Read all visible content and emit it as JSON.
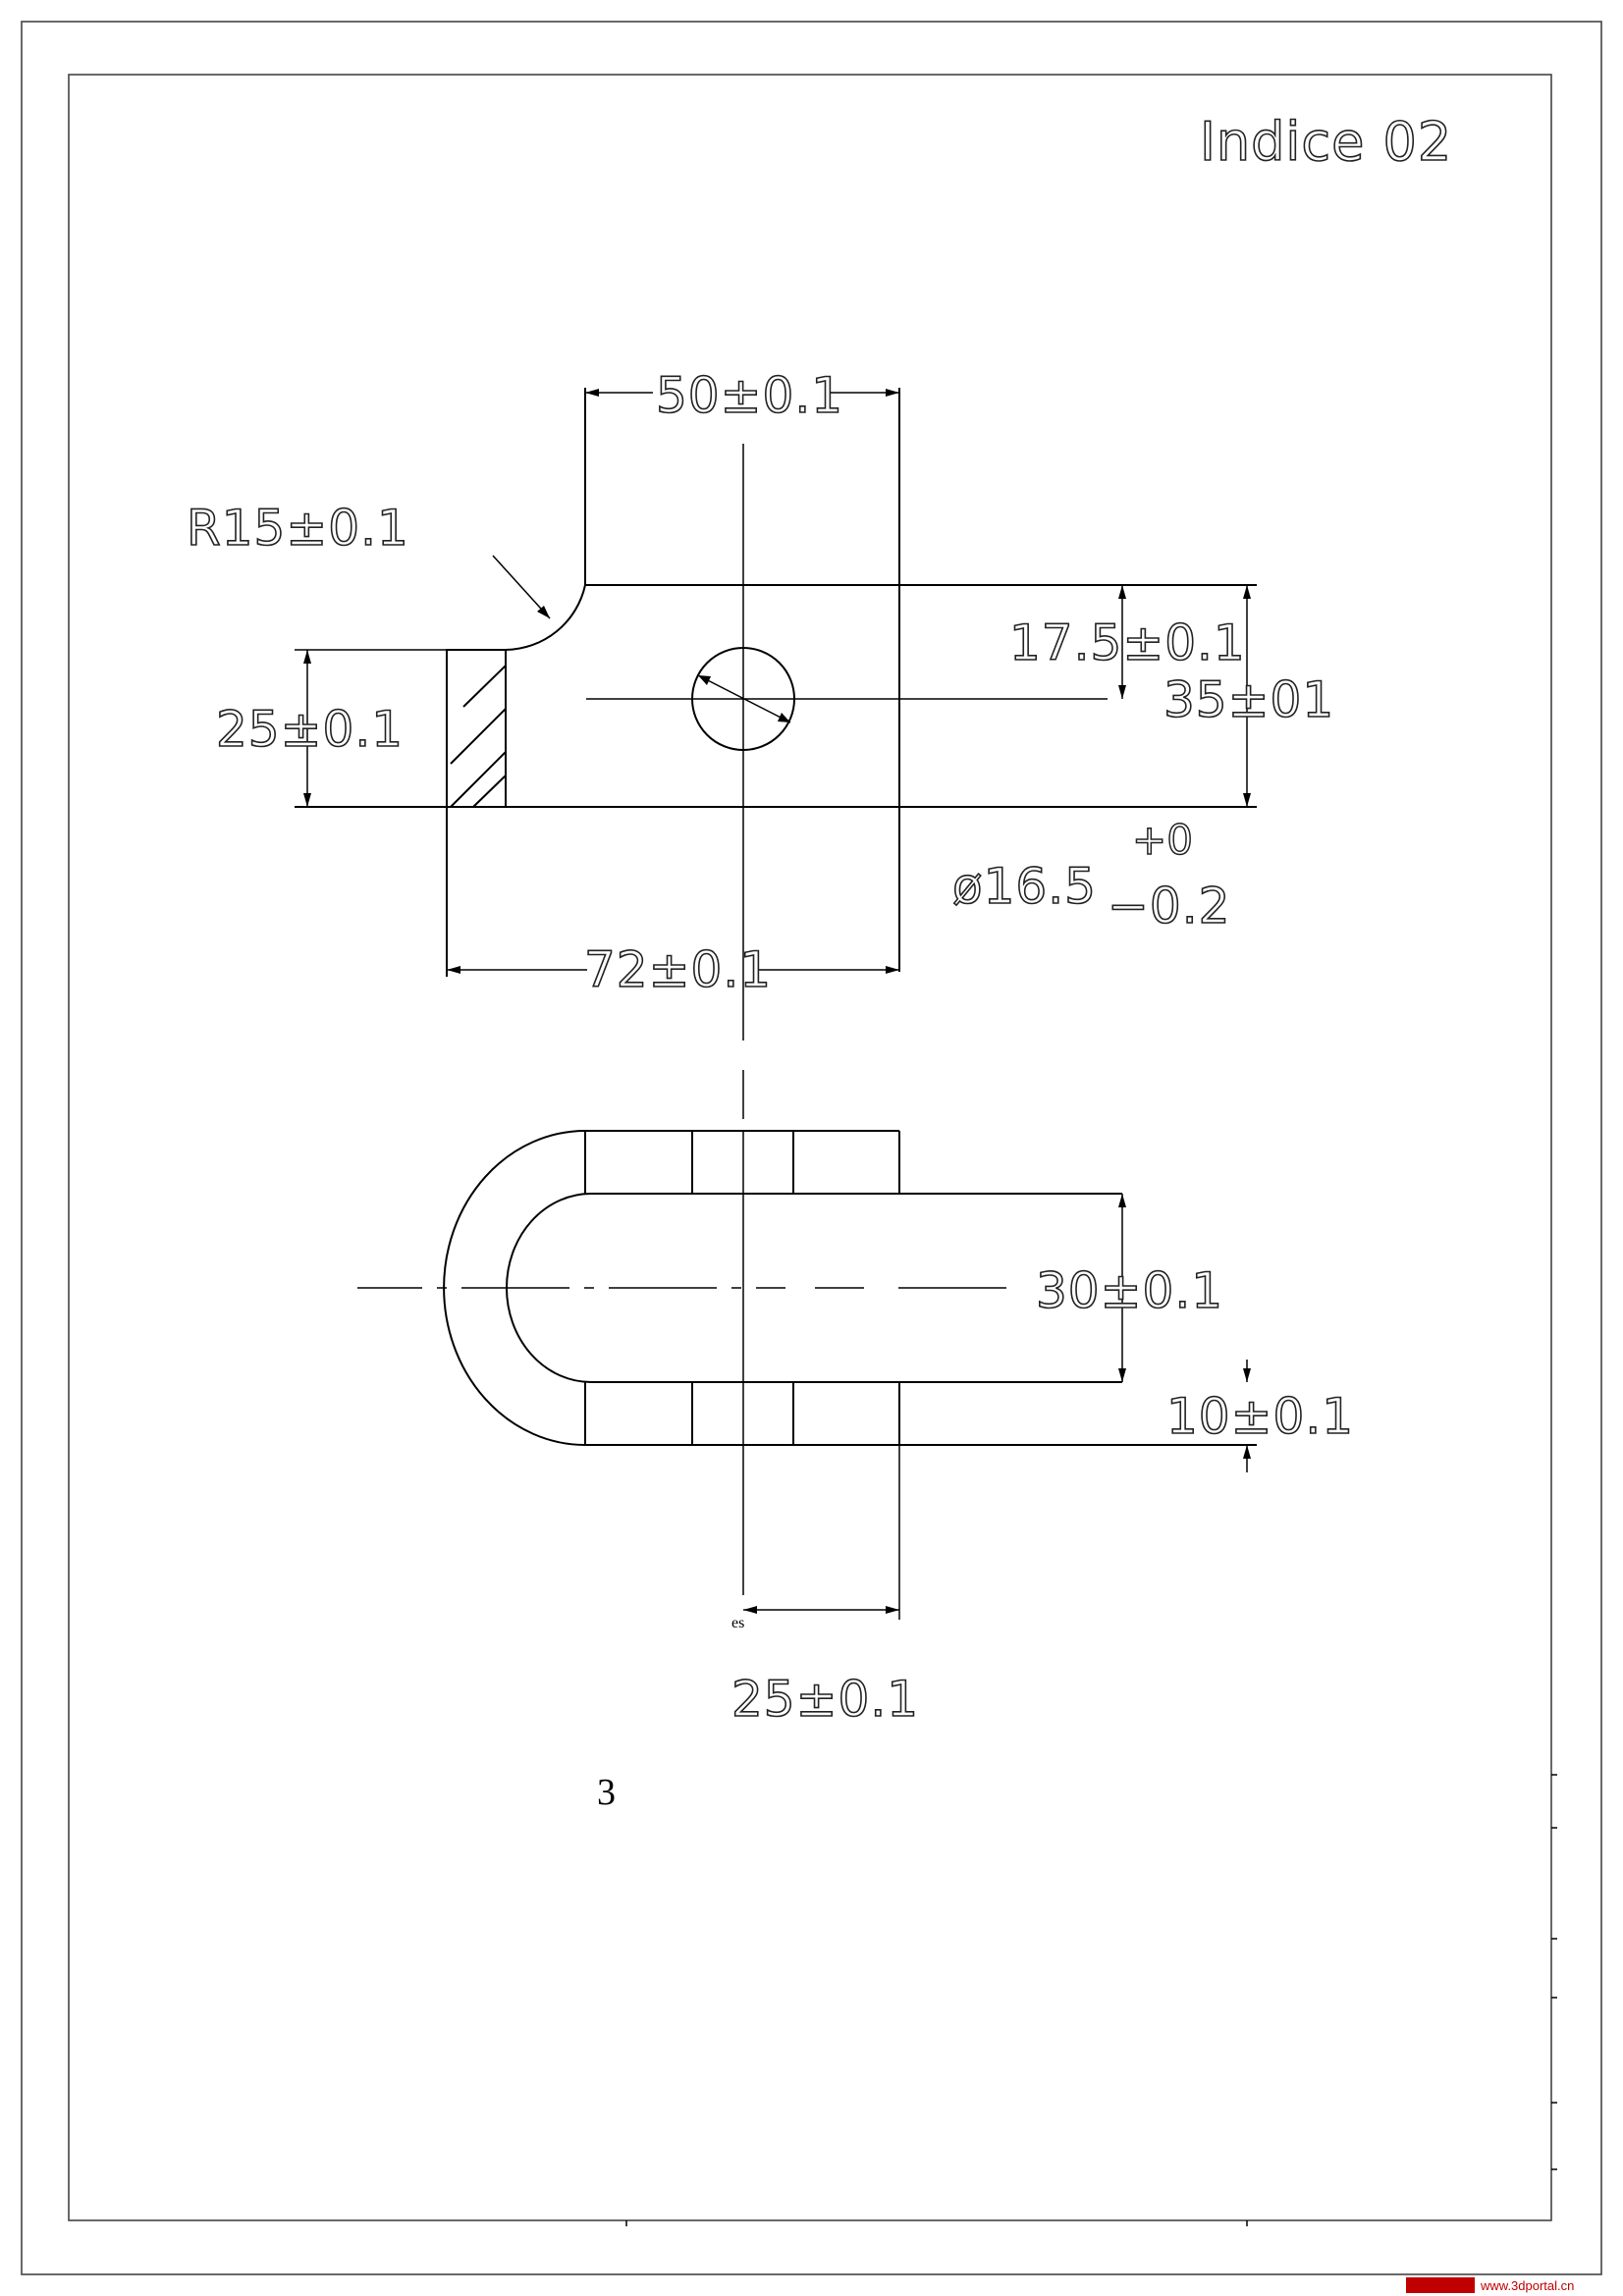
{
  "title_block": {
    "indice": "Indice  02"
  },
  "dimensions": {
    "top_width": "50±0.1",
    "fillet_radius": "R15±0.1",
    "hole_offset": "17.5±0.1",
    "total_height": "35±01",
    "flange_height": "25±0.1",
    "hole_diameter": "ø16.5",
    "tol_upper": "+0",
    "tol_lower": "−0.2",
    "total_width": "72±0.1",
    "inner_gap": "30±0.1",
    "thickness": "10±0.1",
    "bottom_width": "25±0.1"
  },
  "notes": {
    "small_label": "es",
    "page_number": "3"
  },
  "watermark": {
    "site": "www.3dportal.cn",
    "brand_color": "#c00000"
  }
}
